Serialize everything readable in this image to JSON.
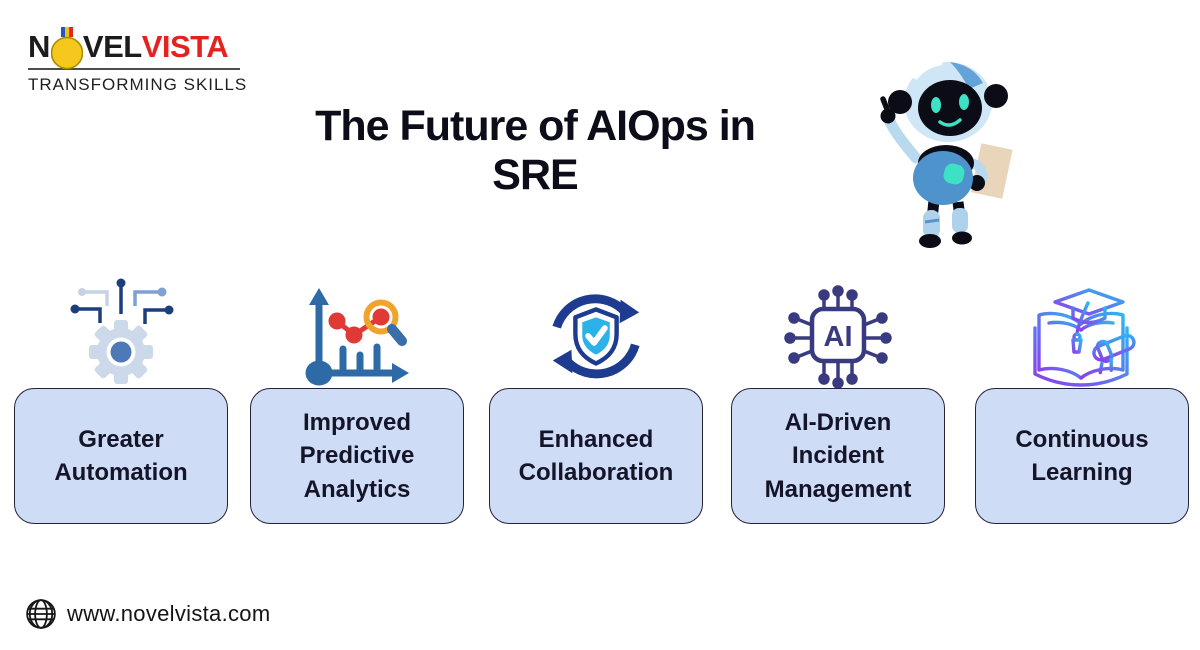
{
  "brand": {
    "name_n": "N",
    "name_vel": "VEL",
    "name_vista": "VISTA",
    "tagline": "TRANSFORMING SKILLS",
    "color_dark": "#1c1c1c",
    "color_red": "#e42320",
    "medal_yellow": "#f6c81d"
  },
  "title": {
    "line1": "The Future of AIOps in",
    "line2": "SRE"
  },
  "mascot_icon": "robot-with-document",
  "cards": [
    {
      "label": "Greater Automation",
      "icon": "gear-circuit-icon"
    },
    {
      "label": "Improved Predictive Analytics",
      "icon": "predictive-analytics-icon"
    },
    {
      "label": "Enhanced Collaboration",
      "icon": "shield-sync-icon"
    },
    {
      "label": "AI-Driven Incident Management",
      "icon": "ai-chip-icon",
      "chip_label": "AI"
    },
    {
      "label": "Continuous Learning",
      "icon": "graduation-book-icon"
    }
  ],
  "card_style": {
    "fill": "#cfdcf5",
    "border": "#23233b",
    "text": "#15152a"
  },
  "icon_colors": {
    "navy": "#1c3e7c",
    "light_trace": "#c7d2e2",
    "mid_blue": "#7fa0d2",
    "gear_body": "#ccd9ea",
    "gear_hub": "#4d79b6",
    "chart_blue": "#2e6ba6",
    "chart_red": "#e03a36",
    "magnifier_orange": "#efa42d",
    "shield_ring": "#1d3c8f",
    "shield_fill": "#2bb2e9",
    "chip_indigo": "#3a3a80",
    "learning_purple": "#8f3bee",
    "learning_cyan": "#2bb7ef"
  },
  "footer": {
    "icon": "globe-icon",
    "website": "www.novelvista.com"
  }
}
